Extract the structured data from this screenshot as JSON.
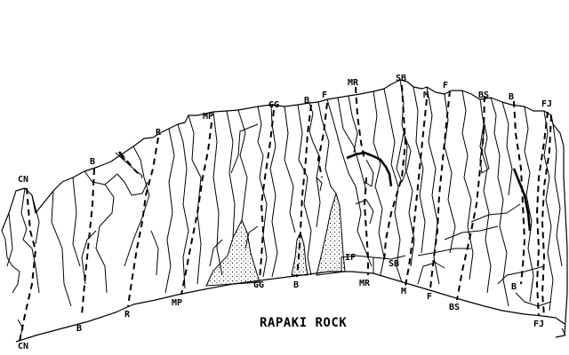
{
  "title": "RAPAKI ROCK",
  "top_labels": {
    "cn": "CN",
    "b1": "B",
    "r": "R",
    "mp": "MP",
    "gg": "GG",
    "b2": "B",
    "f1": "F",
    "mr": "MR",
    "sb": "SB",
    "m": "M",
    "f2": "F",
    "bs": "BS",
    "b3": "B",
    "fj": "FJ"
  },
  "bottom_labels": {
    "cn": "CN",
    "b1": "B",
    "r": "R",
    "mp": "MP",
    "gg": "GG",
    "b2": "B",
    "if": "IF",
    "sb": "SB",
    "mr": "MR",
    "m": "M",
    "f": "F",
    "bs": "BS",
    "b3": "B",
    "fj": "FJ"
  }
}
